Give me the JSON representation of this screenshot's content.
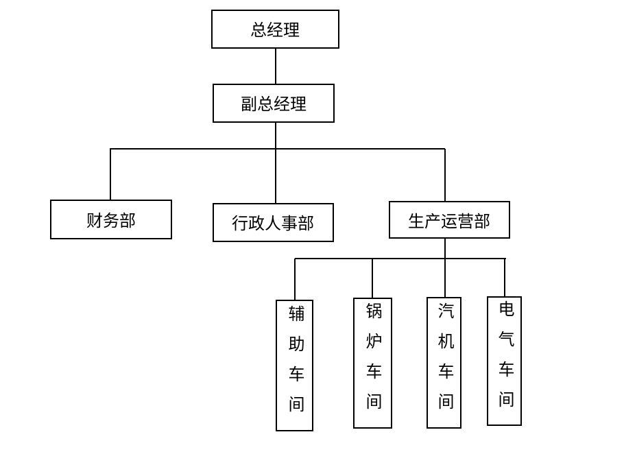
{
  "org_chart": {
    "root": {
      "label": "总经理",
      "child": {
        "label": "副总经理",
        "departments": [
          {
            "label": "财务部"
          },
          {
            "label": "行政人事部"
          },
          {
            "label": "生产运营部",
            "workshops": [
              {
                "label": "辅助车间"
              },
              {
                "label": "锅炉车间"
              },
              {
                "label": "汽机车间"
              },
              {
                "label": "电气车间"
              }
            ]
          }
        ]
      }
    }
  }
}
